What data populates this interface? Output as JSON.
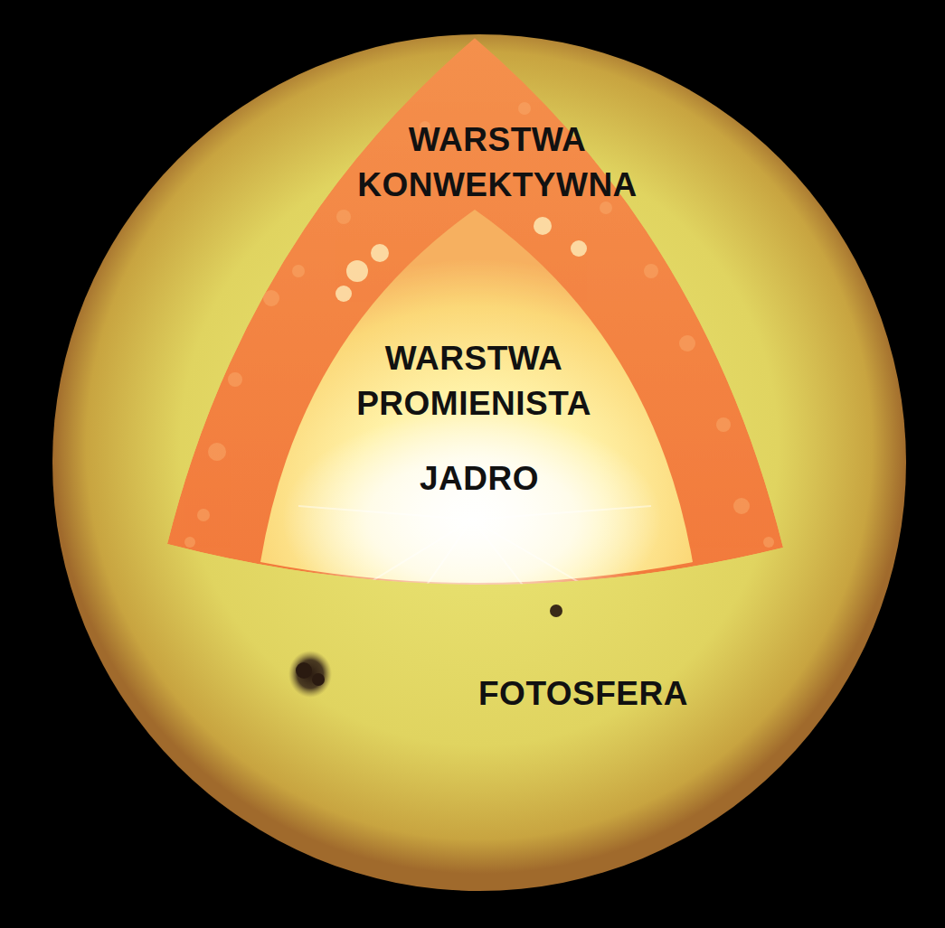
{
  "diagram": {
    "labels": [
      "WARSTWA KONWEKTYWNA",
      "WARSTWA PROMIENISTA",
      "JADRO",
      "FOTOSFERA"
    ]
  }
}
